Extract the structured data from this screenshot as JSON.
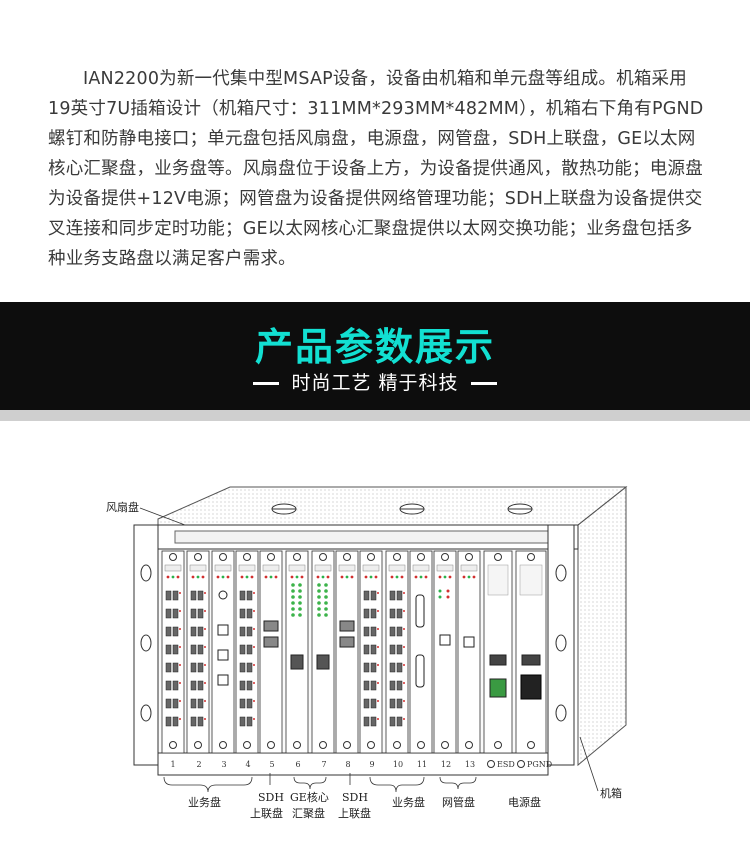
{
  "intro": {
    "text": "IAN2200为新一代集中型MSAP设备，设备由机箱和单元盘等组成。机箱采用19英寸7U插箱设计（机箱尺寸：311MM*293MM*482MM），机箱右下角有PGND螺钉和防静电接口；单元盘包括风扇盘，电源盘，网管盘，SDH上联盘，GE以太网核心汇聚盘，业务盘等。风扇盘位于设备上方，为设备提供通风，散热功能；电源盘为设备提供+12V电源；网管盘为设备提供网络管理功能；SDH上联盘为设备提供交叉连接和同步定时功能；GE以太网核心汇聚盘提供以太网交换功能；业务盘包括多种业务支路盘以满足客户需求。"
  },
  "banner": {
    "title": "产品参数展示",
    "subtitle": "时尚工艺 精于科技"
  },
  "diagram": {
    "fan_label": "风扇盘",
    "chassis_label": "机箱",
    "slot_numbers": [
      "1",
      "2",
      "3",
      "4",
      "5",
      "6",
      "7",
      "8",
      "9",
      "10",
      "11",
      "12",
      "13"
    ],
    "esd_label": "ESD",
    "pgnd_label": "PGND",
    "groups": {
      "service1": "业务盘",
      "sdh1_line1": "SDH",
      "sdh1_line2": "上联盘",
      "ge_line1": "GE核心",
      "ge_line2": "汇聚盘",
      "sdh2_line1": "SDH",
      "sdh2_line2": "上联盘",
      "service2": "业务盘",
      "mgmt": "网管盘",
      "power": "电源盘"
    }
  }
}
